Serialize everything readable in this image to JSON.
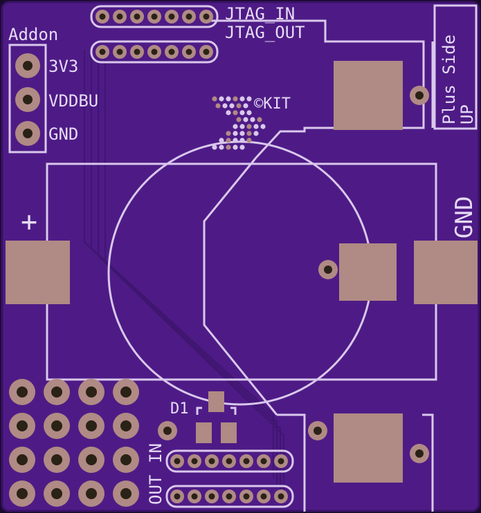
{
  "labels": {
    "addon": "Addon",
    "v3v3": "3V3",
    "vddbu": "VDDBU",
    "gnd_small": "GND",
    "jtag_in": "JTAG_IN",
    "jtag_out": "JTAG_OUT",
    "plus_side": "Plus Side",
    "up": "UP",
    "copyright": "©KIT",
    "plus_sign": "+",
    "gnd_big": "GND",
    "d1": "D1",
    "out_label": "OUT",
    "in_label": "IN"
  },
  "colors": {
    "board": "#4e1b86",
    "board_dark": "#3b0f6c",
    "silkscreen": "#d9c8ec",
    "copper_pad": "#b08a84",
    "drill": "#2a2216"
  }
}
